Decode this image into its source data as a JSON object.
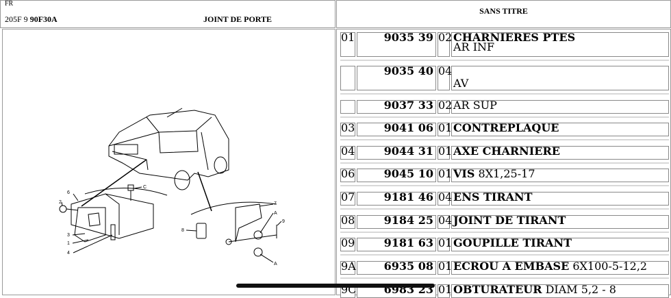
{
  "header": {
    "lang": "FR",
    "ref_prefix": "205F 9 ",
    "ref_code": "90F30A",
    "title": "JOINT DE PORTE",
    "right_title": "SANS TITRE"
  },
  "figure": {
    "callouts": [
      "6",
      "C",
      "2",
      "3",
      "1",
      "4",
      "8",
      "7",
      "A",
      "9",
      "A"
    ]
  },
  "rows": [
    {
      "pos": "01",
      "ref": "9035 39",
      "qty": "02",
      "name": "CHARNIERES PTES",
      "desc": "",
      "sub": "AR INF"
    },
    {
      "pos": "",
      "ref": "9035 40",
      "qty": "04",
      "name": "",
      "desc": "",
      "sub": "AV"
    },
    {
      "pos": "",
      "ref": "9037 33",
      "qty": "02",
      "name": "",
      "desc": "AR SUP",
      "sub": ""
    },
    {
      "pos": "03",
      "ref": "9041 06",
      "qty": "01",
      "name": "CONTREPLAQUE",
      "desc": "",
      "sub": ""
    },
    {
      "pos": "04",
      "ref": "9044 31",
      "qty": "01",
      "name": "AXE CHARNIERE",
      "desc": "",
      "sub": ""
    },
    {
      "pos": "06",
      "ref": "9045 10",
      "qty": "01",
      "name": "VIS",
      "desc": " 8X1,25-17",
      "sub": ""
    },
    {
      "pos": "07",
      "ref": "9181 46",
      "qty": "04",
      "name": "ENS TIRANT",
      "desc": "",
      "sub": ""
    },
    {
      "pos": "08",
      "ref": "9184 25",
      "qty": "04",
      "name": "JOINT DE TIRANT",
      "desc": "",
      "sub": ""
    },
    {
      "pos": "09",
      "ref": "9181 63",
      "qty": "01",
      "name": "GOUPILLE TIRANT",
      "desc": "",
      "sub": ""
    },
    {
      "pos": "9A",
      "ref": "6935 08",
      "qty": "01",
      "name": "ECROU A EMBASE",
      "desc": " 6X100-5-12,2",
      "sub": ""
    },
    {
      "pos": "9C",
      "ref": "6983 23",
      "qty": "01",
      "name": "OBTURATEUR",
      "desc": " DIAM 5,2 - 8",
      "sub": ""
    }
  ]
}
